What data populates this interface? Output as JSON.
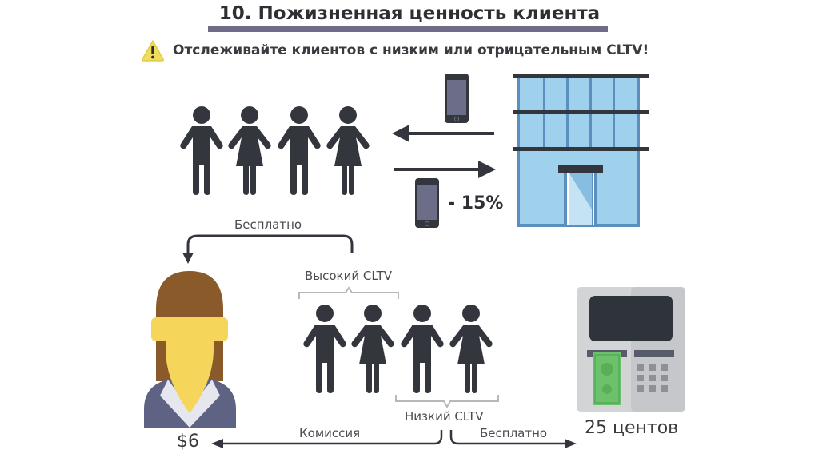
{
  "header": {
    "title": "10. Пожизненная ценность клиента",
    "warning": "Отслеживайте клиентов с низким или отрицательным CLTV!",
    "warning_icon": "warning-triangle-icon"
  },
  "top_section": {
    "customers_group": "four customers holding hands",
    "discount_label": "- 15%",
    "icons": [
      "customer-group-icon",
      "phone-icon",
      "arrow-left-icon",
      "arrow-right-icon",
      "phone-icon",
      "building-icon"
    ]
  },
  "bottom_section": {
    "free_label_top": "Бесплатно",
    "high_cltv_label": "Высокий CLTV",
    "low_cltv_label": "Низкий CLTV",
    "commission_label": "Комиссия",
    "free_label_bottom": "Бесплатно",
    "agent_cost": "$6",
    "atm_cost": "25 центов",
    "icons": [
      "agent-icon",
      "customer-group-icon",
      "atm-icon"
    ]
  },
  "colors": {
    "figure": "#33373d",
    "title_bar": "#6e6c86",
    "building_glass": "#9fd0ec",
    "building_frame": "#5a8fc0",
    "phone_screen": "#6c6d88",
    "agent_hair": "#8a5a2b",
    "agent_skin": "#f5d55a",
    "agent_suit": "#5e6384",
    "atm_body": "#d3d4d6",
    "money": "#6cc26a",
    "warning": "#f0dc5c"
  }
}
